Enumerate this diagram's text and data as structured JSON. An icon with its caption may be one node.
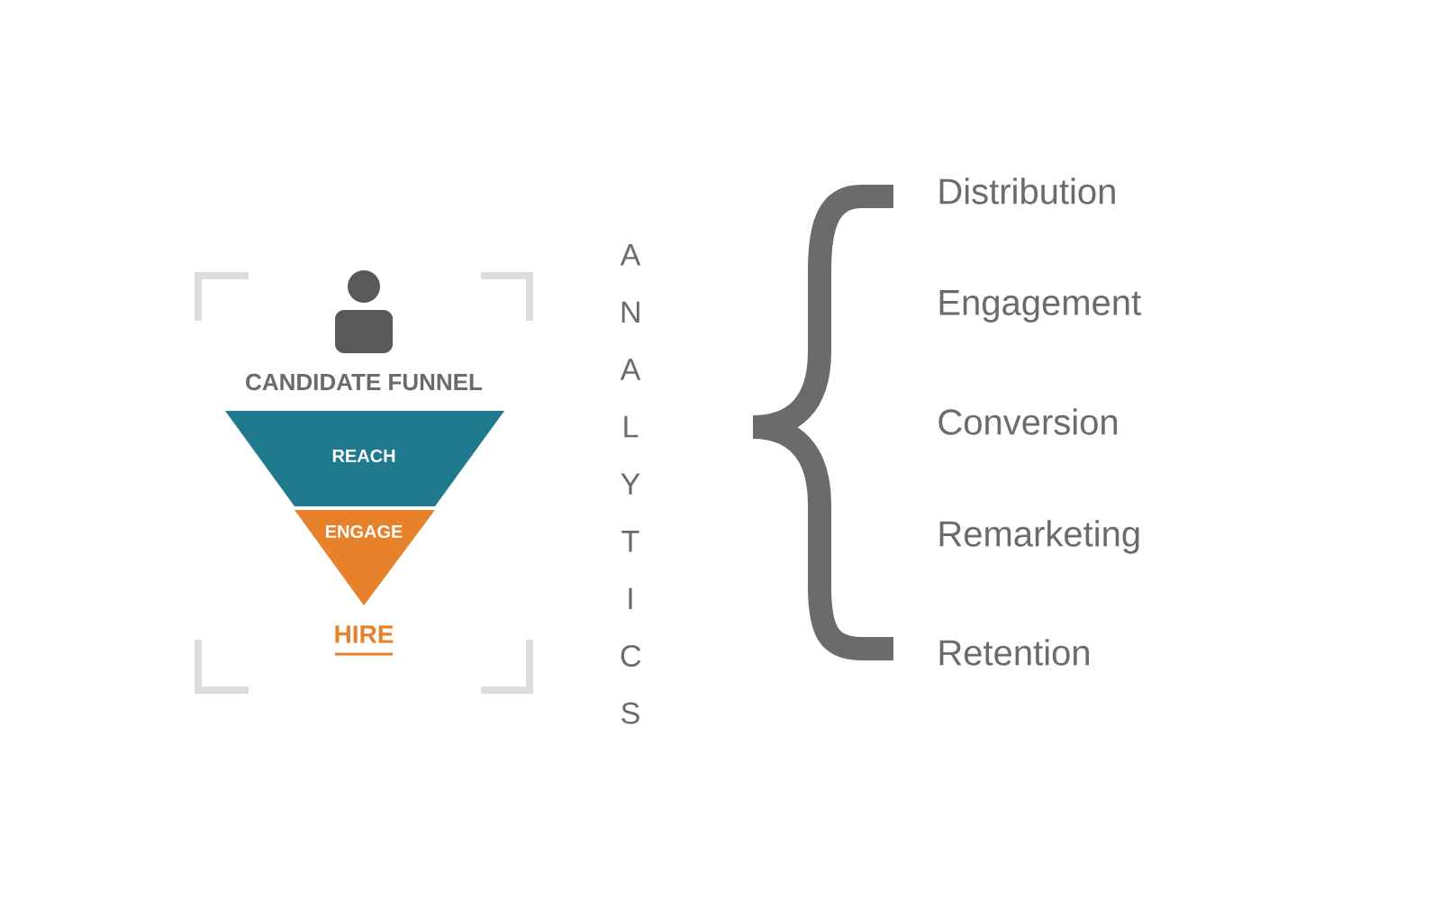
{
  "diagram": {
    "nodes": [
      {
        "text": [
          "REACH"
        ]
      },
      {
        "text": [
          "ENGAGE"
        ]
      }
    ],
    "labels": [
      "CANDIDATE FUNNEL",
      "HIRE",
      "A N A L Y T I C S",
      "Distribution",
      "Engagement",
      "Conversion",
      "Remarketing",
      "Retention"
    ]
  }
}
